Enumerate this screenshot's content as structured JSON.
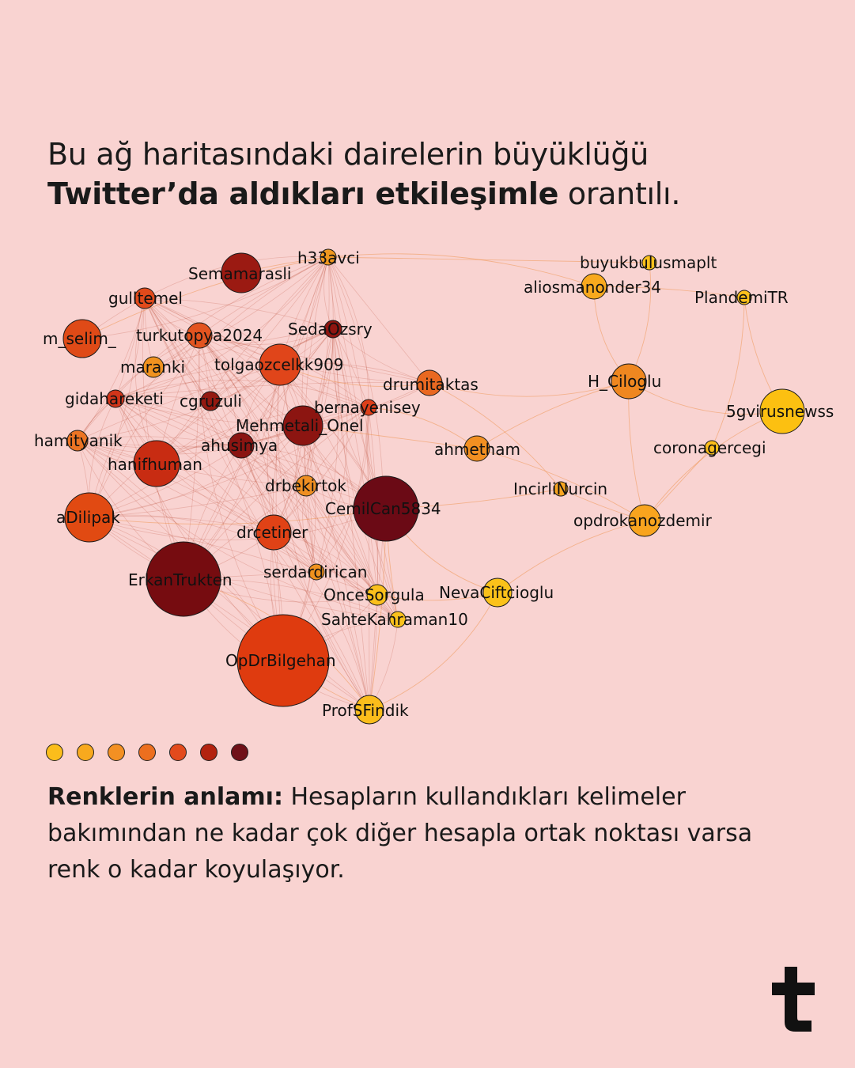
{
  "headline": {
    "part1": "Bu ağ haritasındaki dairelerin büyüklüğü ",
    "bold": "Twitter’da aldıkları etkileşimle",
    "part2": " orantılı."
  },
  "legend": {
    "colors": [
      "#fbbd1b",
      "#f8a91e",
      "#f39023",
      "#ec6f1f",
      "#e34a1c",
      "#b3220f",
      "#701018"
    ]
  },
  "explanation": {
    "bold": "Renklerin anlamı:",
    "text": " Hesapların kullandıkları kelimeler bakımından ne kadar çok diğer hesapla ortak noktası varsa renk o kadar koyulaşıyor."
  },
  "network": {
    "nodes": [
      {
        "id": "Semamarasli",
        "size": 25,
        "color": "#9b1a12"
      },
      {
        "id": "h33avci",
        "size": 10,
        "color": "#f0981f"
      },
      {
        "id": "gulltemel",
        "size": 13,
        "color": "#e14a1b"
      },
      {
        "id": "m_selim_",
        "size": 24,
        "color": "#df4a17"
      },
      {
        "id": "turkutopya2024",
        "size": 16,
        "color": "#e25420"
      },
      {
        "id": "SedaOzsry",
        "size": 11,
        "color": "#8e1510"
      },
      {
        "id": "maranki",
        "size": 13,
        "color": "#f0921f"
      },
      {
        "id": "tolgaozcelkk909",
        "size": 26,
        "color": "#e0451a"
      },
      {
        "id": "gidahareketi",
        "size": 11,
        "color": "#d2351a"
      },
      {
        "id": "cgruzuli",
        "size": 12,
        "color": "#941910"
      },
      {
        "id": "Mehmetali_Onel",
        "size": 25,
        "color": "#8c1511"
      },
      {
        "id": "bernayenisey",
        "size": 10,
        "color": "#dd3f1a"
      },
      {
        "id": "drumitaktas",
        "size": 16,
        "color": "#e96821"
      },
      {
        "id": "hamityanik",
        "size": 13,
        "color": "#ec7424"
      },
      {
        "id": "ahusimya",
        "size": 16,
        "color": "#8a1512"
      },
      {
        "id": "hanifhuman",
        "size": 29,
        "color": "#c82c12"
      },
      {
        "id": "aDilipak",
        "size": 31,
        "color": "#e14a12"
      },
      {
        "id": "drbekirtok",
        "size": 13,
        "color": "#ef8f22"
      },
      {
        "id": "CemilCan5834",
        "size": 41,
        "color": "#6b0a15"
      },
      {
        "id": "drcetiner",
        "size": 22,
        "color": "#e04216"
      },
      {
        "id": "ErkanTrukten",
        "size": 47,
        "color": "#760c10"
      },
      {
        "id": "serdardirican",
        "size": 10,
        "color": "#f0921e"
      },
      {
        "id": "OnceSorgula",
        "size": 13,
        "color": "#fbc01c"
      },
      {
        "id": "NevaCiftcioglu",
        "size": 18,
        "color": "#fbc21a"
      },
      {
        "id": "SahteKahraman10",
        "size": 10,
        "color": "#fbc21c"
      },
      {
        "id": "OpDrBilgehan",
        "size": 58,
        "color": "#df3b0f"
      },
      {
        "id": "ProfSFindik",
        "size": 18,
        "color": "#fbbd1b"
      },
      {
        "id": "buyukbulusmaplt",
        "size": 9,
        "color": "#fbc01c"
      },
      {
        "id": "aliosmanonder34",
        "size": 16,
        "color": "#f8a91e"
      },
      {
        "id": "PlandemiTR",
        "size": 9,
        "color": "#fbc01c"
      },
      {
        "id": "H_Ciloglu",
        "size": 22,
        "color": "#ef8720"
      },
      {
        "id": "5gvirusnewss",
        "size": 28,
        "color": "#fcc011"
      },
      {
        "id": "ahmetham",
        "size": 16,
        "color": "#f29022"
      },
      {
        "id": "coronagercegi",
        "size": 9,
        "color": "#fbbe1c"
      },
      {
        "id": "IncirliNurcin",
        "size": 9,
        "color": "#f8a520"
      },
      {
        "id": "opdrokanozdemir",
        "size": 20,
        "color": "#f8a41e"
      }
    ]
  }
}
